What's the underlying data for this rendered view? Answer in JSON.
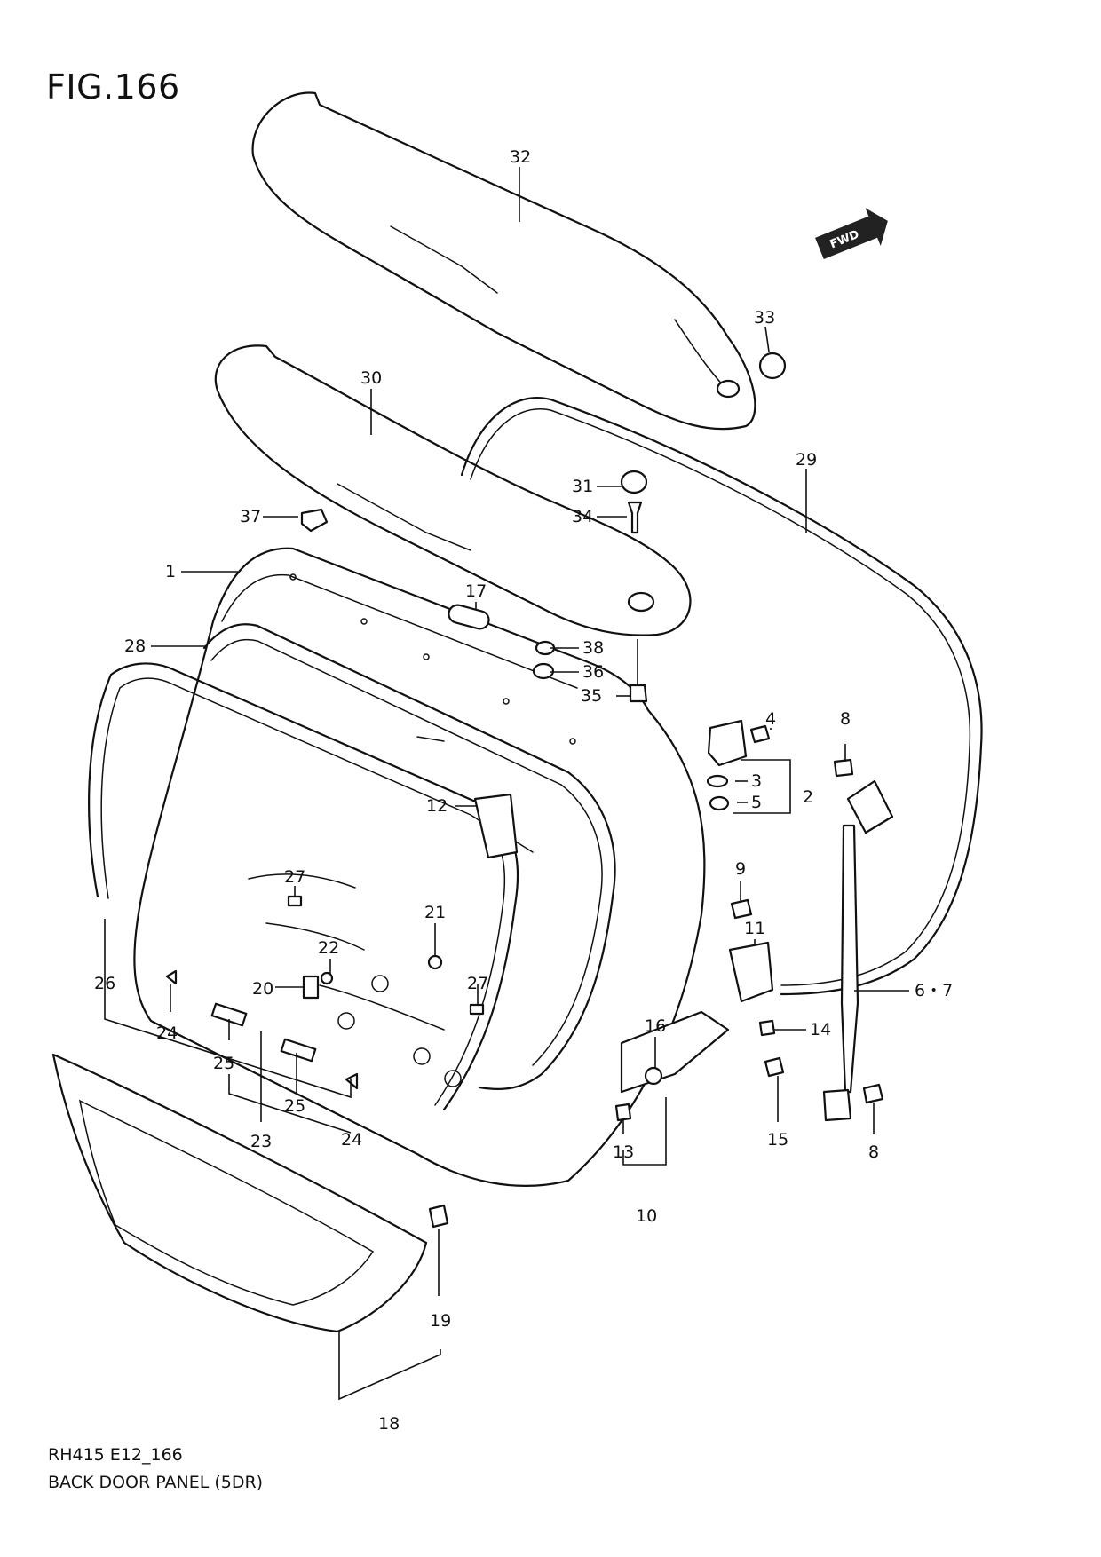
{
  "figure": {
    "title": "FIG.166",
    "model_code": "RH415 E12_166",
    "caption": "BACK DOOR PANEL (5DR)",
    "fwd_label": "FWD"
  },
  "callouts": [
    {
      "id": "c32",
      "label": "32"
    },
    {
      "id": "c33",
      "label": "33"
    },
    {
      "id": "c30",
      "label": "30"
    },
    {
      "id": "c29",
      "label": "29"
    },
    {
      "id": "c31",
      "label": "31"
    },
    {
      "id": "c34",
      "label": "34"
    },
    {
      "id": "c37",
      "label": "37"
    },
    {
      "id": "c1",
      "label": "1"
    },
    {
      "id": "c17",
      "label": "17"
    },
    {
      "id": "c28",
      "label": "28"
    },
    {
      "id": "c38",
      "label": "38"
    },
    {
      "id": "c36",
      "label": "36"
    },
    {
      "id": "c35",
      "label": "35"
    },
    {
      "id": "c4",
      "label": "4"
    },
    {
      "id": "c8a",
      "label": "8"
    },
    {
      "id": "c2",
      "label": "2"
    },
    {
      "id": "c3",
      "label": "3"
    },
    {
      "id": "c5",
      "label": "5"
    },
    {
      "id": "c12",
      "label": "12"
    },
    {
      "id": "c9",
      "label": "9"
    },
    {
      "id": "c27a",
      "label": "27"
    },
    {
      "id": "c21",
      "label": "21"
    },
    {
      "id": "c11",
      "label": "11"
    },
    {
      "id": "c22",
      "label": "22"
    },
    {
      "id": "c26",
      "label": "26"
    },
    {
      "id": "c20",
      "label": "20"
    },
    {
      "id": "c27b",
      "label": "27"
    },
    {
      "id": "c67",
      "label": "6・7"
    },
    {
      "id": "c24a",
      "label": "24"
    },
    {
      "id": "c16",
      "label": "16"
    },
    {
      "id": "c14",
      "label": "14"
    },
    {
      "id": "c25a",
      "label": "25"
    },
    {
      "id": "c25b",
      "label": "25"
    },
    {
      "id": "c15",
      "label": "15"
    },
    {
      "id": "c24b",
      "label": "24"
    },
    {
      "id": "c23",
      "label": "23"
    },
    {
      "id": "c13",
      "label": "13"
    },
    {
      "id": "c8b",
      "label": "8"
    },
    {
      "id": "c10",
      "label": "10"
    },
    {
      "id": "c19",
      "label": "19"
    },
    {
      "id": "c18",
      "label": "18"
    }
  ]
}
